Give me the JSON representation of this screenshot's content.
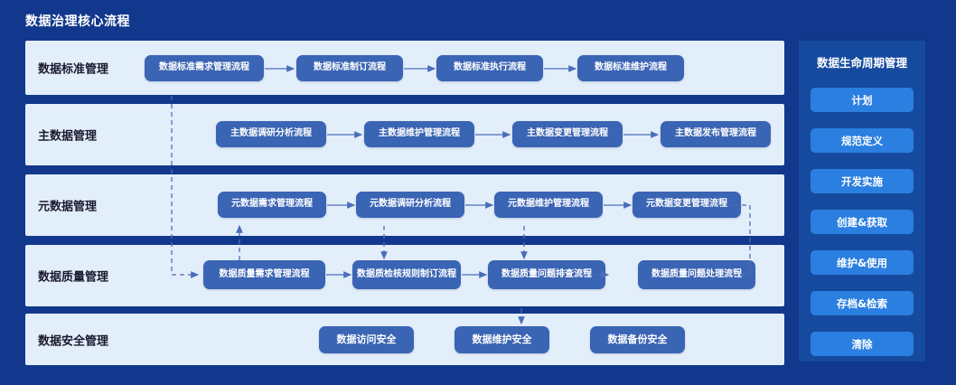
{
  "board": {
    "title": "数据治理核心流程",
    "rows": [
      {
        "label": "数据标准管理",
        "nodes": [
          "数据标准需求管理流程",
          "数据标准制订流程",
          "数据标准执行流程",
          "数据标准维护流程"
        ]
      },
      {
        "label": "主数据管理",
        "nodes": [
          "主数据调研分析流程",
          "主数据维护管理流程",
          "主数据变更管理流程",
          "主数据发布管理流程"
        ]
      },
      {
        "label": "元数据管理",
        "nodes": [
          "元数据需求管理流程",
          "元数据调研分析流程",
          "元数据维护管理流程",
          "元数据变更管理流程"
        ]
      },
      {
        "label": "数据质量管理",
        "nodes": [
          "数据质量需求管理流程",
          "数据质检核规则制订流程",
          "数据质量问题排查流程",
          "数据质量问题处理流程"
        ]
      },
      {
        "label": "数据安全管理",
        "nodes": [
          "数据访问安全",
          "数据维护安全",
          "数据备份安全"
        ]
      }
    ]
  },
  "sidebar": {
    "title": "数据生命周期管理",
    "items": [
      "计划",
      "规范定义",
      "开发实施",
      "创建&获取",
      "维护&使用",
      "存档&检索",
      "清除"
    ]
  },
  "colors": {
    "background": "#11388c",
    "row_background": "#e3eefb",
    "node": "#3a64b4",
    "sidebar_panel": "#164a9e",
    "sidebar_button": "#2b7fe0",
    "arrow": "#4a6fb8",
    "dashed": "#4a6fb8"
  }
}
